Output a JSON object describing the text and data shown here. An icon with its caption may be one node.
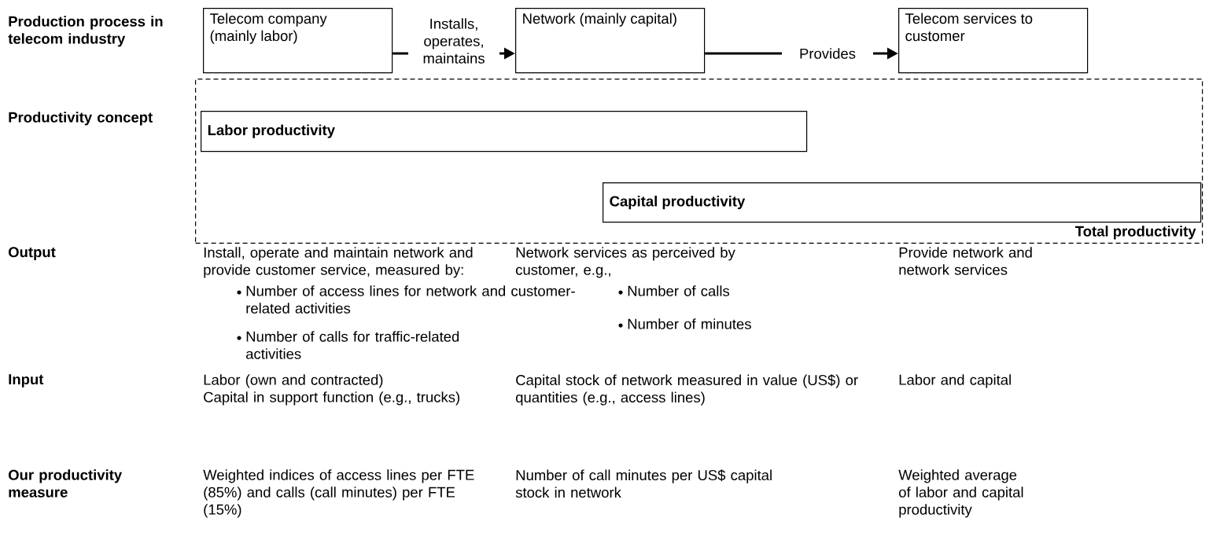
{
  "diagram": {
    "nodes": [
      {
        "text": [
          "Telecom company (mainly labor)"
        ]
      },
      {
        "text": [
          "Network (mainly capital)"
        ]
      },
      {
        "text": [
          "Telecom services to customer"
        ]
      },
      {
        "text": [
          "Total productivity"
        ]
      },
      {
        "text": [
          "Labor productivity"
        ],
        "in": 3
      },
      {
        "text": [
          "Capital productivity"
        ],
        "in": 3
      }
    ],
    "edges": [
      {
        "from": 0,
        "to": 1,
        "arrow": "to",
        "label": "Installs, operates, maintains"
      },
      {
        "from": 1,
        "to": 2,
        "arrow": "to",
        "label": "Provides"
      }
    ],
    "labels": [
      "Production process in telecom industry",
      "Productivity concept",
      "Output",
      "Install, operate and maintain network and provide customer service, measured by:",
      "Number of access lines for network and customer-related activities",
      "Number of calls for traffic-related activities",
      "Network services as perceived by customer, e.g.,",
      "Number of calls",
      "Number of minutes",
      "Provide network and network services",
      "Input",
      "Labor (own and contracted)",
      "Capital in support function (e.g., trucks)",
      "Capital stock of network measured in value (US$) or quantities (e.g., access lines)",
      "Labor and capital",
      "Our productivity measure",
      "Weighted indices of access lines per FTE (85%) and calls (call minutes) per FTE (15%)",
      "Number of call minutes per US$ capital stock in network",
      "Weighted average of labor and capital productivity"
    ]
  }
}
